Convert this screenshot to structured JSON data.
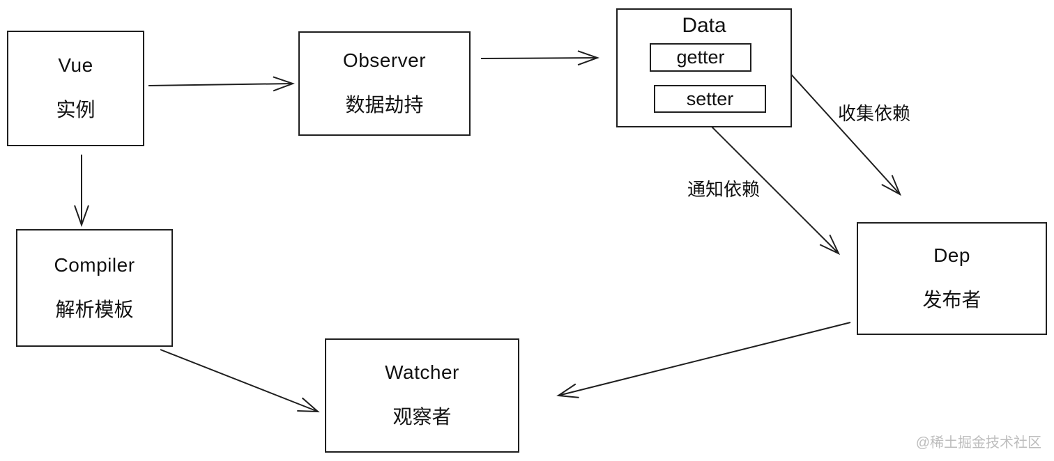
{
  "diagram": {
    "nodes": {
      "vue": {
        "title": "Vue",
        "subtitle": "实例"
      },
      "observer": {
        "title": "Observer",
        "subtitle": "数据劫持"
      },
      "data": {
        "title": "Data",
        "getter_label": "getter",
        "setter_label": "setter"
      },
      "compiler": {
        "title": "Compiler",
        "subtitle": "解析模板"
      },
      "dep": {
        "title": "Dep",
        "subtitle": "发布者"
      },
      "watcher": {
        "title": "Watcher",
        "subtitle": "观察者"
      }
    },
    "edge_labels": {
      "collect": "收集依赖",
      "notify": "通知依赖"
    },
    "edges": [
      {
        "from": "vue",
        "to": "observer",
        "label": ""
      },
      {
        "from": "observer",
        "to": "data",
        "label": ""
      },
      {
        "from": "vue",
        "to": "compiler",
        "label": ""
      },
      {
        "from": "data",
        "to": "dep",
        "label": "收集依赖"
      },
      {
        "from": "data.setter",
        "to": "dep",
        "label": "通知依赖"
      },
      {
        "from": "dep",
        "to": "watcher",
        "label": ""
      },
      {
        "from": "compiler",
        "to": "watcher",
        "label": ""
      }
    ],
    "colors": {
      "line": "#1f1f1f",
      "box_border": "#1f1f1f",
      "background": "#ffffff",
      "watermark": "#bdbdbd"
    }
  },
  "watermark": {
    "text": "@稀土掘金技术社区"
  }
}
